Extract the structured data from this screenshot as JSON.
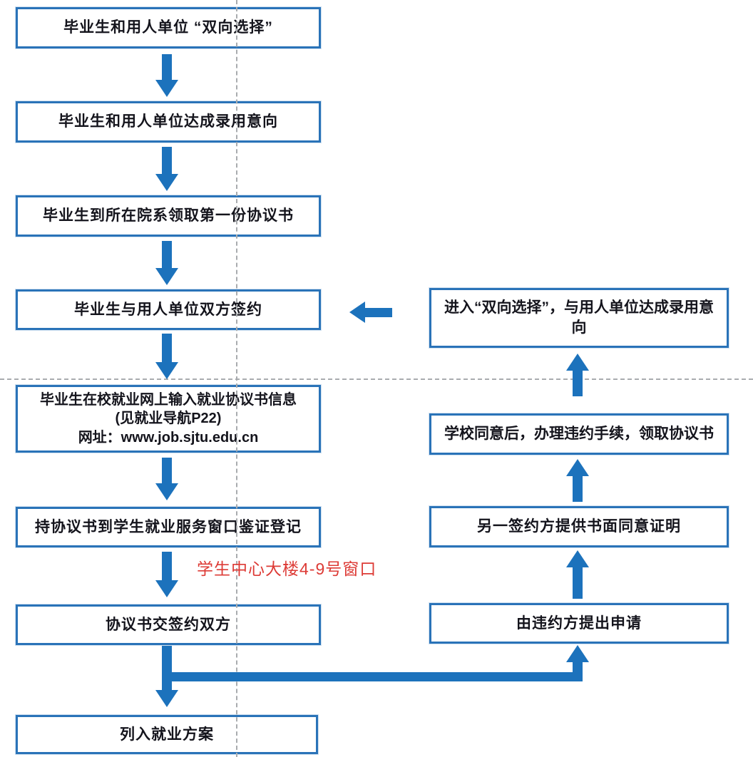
{
  "left_steps": [
    {
      "label": "毕业生和用人单位 “双向选择”"
    },
    {
      "label": "毕业生和用人单位达成录用意向"
    },
    {
      "label": "毕业生到所在院系领取第一份协议书"
    },
    {
      "label": "毕业生与用人单位双方签约"
    },
    {
      "lines": [
        "毕业生在校就业网上输入就业协议书信息",
        "(见就业导航P22)",
        "网址：www.job.sjtu.edu.cn"
      ]
    },
    {
      "label": "持协议书到学生就业服务窗口鉴证登记"
    },
    {
      "label": "协议书交签约双方"
    },
    {
      "label": "列入就业方案"
    }
  ],
  "right_steps": [
    {
      "label": "进入“双向选择”，与用人单位达成录用意向"
    },
    {
      "label": "学校同意后，办理违约手续，领取协议书"
    },
    {
      "label": "另一签约方提供书面同意证明"
    },
    {
      "label": "由违约方提出申请"
    }
  ],
  "annotation": {
    "window_note": "学生中心大楼4-9号窗口"
  },
  "colors": {
    "arrow": "#1c72bc",
    "box_border": "#2a73b8",
    "text": "#14141c",
    "annotation_red": "#dd3b36",
    "dotted_guide": "#a9acaf"
  }
}
